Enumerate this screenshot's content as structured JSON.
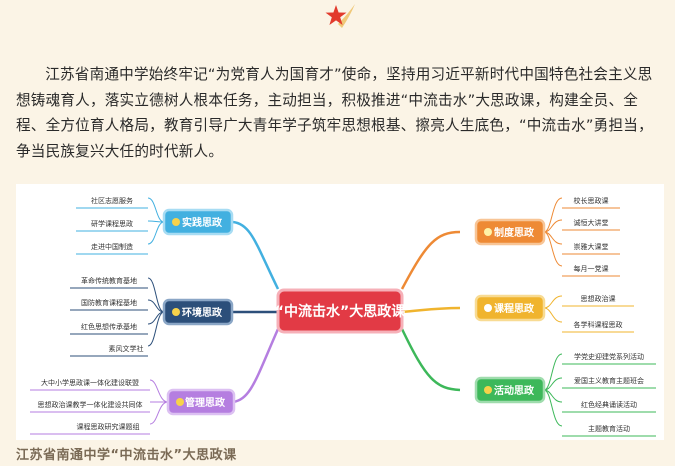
{
  "article": {
    "paragraph": "江苏省南通中学始终牢记“为党育人为国育才”使命，坚持用习近平新时代中国特色社会主义思想铸魂育人，落实立德树人根本任务，主动担当，积极推进“中流击水”大思政课，构建全员、全程、全方位育人格局，教育引导广大青年学子筑牢思想根基、擦亮人生底色，“中流击水”勇担当，争当民族复兴大任的时代新人。",
    "caption": "江苏省南通中学“中流击水”大思政课"
  },
  "mindmap": {
    "center": "“中流击水”大思政课",
    "branches": {
      "practice": {
        "title": "实践思政",
        "color": "#42b0e0",
        "leaves": [
          "社区志愿服务",
          "研学课程思政",
          "走进中国制造"
        ]
      },
      "environment": {
        "title": "环境思政",
        "color": "#2c4f7a",
        "leaves": [
          "革命传统教育基地",
          "国防教育课程基地",
          "红色思想传承基地",
          "素风文学社"
        ]
      },
      "management": {
        "title": "管理思政",
        "color": "#b57ee0",
        "leaves": [
          "大中小学思政课一体化建设联盟",
          "思想政治课教学一体化建设共同体",
          "课程思政研究课题组"
        ]
      },
      "system": {
        "title": "制度思政",
        "color": "#ee8a35",
        "leaves": [
          "校长思政课",
          "诚恒大讲堂",
          "崇雅大课堂",
          "每月一党课"
        ]
      },
      "curriculum": {
        "title": "课程思政",
        "color": "#f0b42e",
        "leaves": [
          "思想政治课",
          "各学科课程思政"
        ]
      },
      "activity": {
        "title": "活动思政",
        "color": "#3db85a",
        "leaves": [
          "学党史迎建党系列活动",
          "爱国主义教育主题班会",
          "红色经典诵读活动",
          "主题教育活动"
        ]
      }
    }
  },
  "icons": {
    "header": "star-icon",
    "branch": "idea-icon"
  }
}
